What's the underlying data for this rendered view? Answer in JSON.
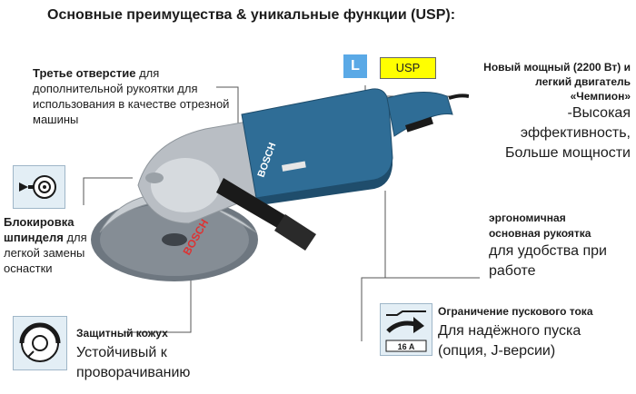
{
  "title": "Основные преимущества & уникальные функции (USP):",
  "badges": {
    "l": "L",
    "usp": "USP"
  },
  "features": {
    "third_hole": {
      "bold": "Третье отверстие",
      "rest": " для",
      "lines": [
        "дополнительной рукоятки для",
        "использования в качестве отрезной",
        "машины"
      ]
    },
    "spindle_lock": {
      "bold_line1": "Блокировка",
      "bold_line2": "шпинделя",
      "rest_line2": " для",
      "lines": [
        "легкой замены",
        "оснастки"
      ]
    },
    "guard": {
      "bold": "Защитный кожух",
      "lines": [
        "Устойчивый к",
        "проворачиванию"
      ]
    },
    "motor": {
      "bold_lines": [
        "Новый мощный (2200 Вт) и",
        "легкий двигатель",
        "«Чемпион»"
      ],
      "lines": [
        "-Высокая",
        "эффективность,",
        "Больше мощности"
      ]
    },
    "handle": {
      "bold_lines": [
        "эргономичная",
        "основная рукоятка"
      ],
      "lines": [
        "для удобства при",
        "работе"
      ]
    },
    "current_limit": {
      "bold": "Ограничение пускового тока",
      "lines": [
        "Для надёжного пуска",
        "(опция, J-версии)"
      ],
      "icon_label": "16 A"
    }
  },
  "tool": {
    "disc_label": "BOSCH",
    "body_label": "BOSCH"
  },
  "colors": {
    "body": "#2f6d96",
    "body_dark": "#1f4d6c",
    "gear_head": "#b9bec4",
    "disc": "#6e7780",
    "handle": "#1a1a1a",
    "badge_blue": "#5aa9e6",
    "badge_yellow": "#ffff00"
  }
}
